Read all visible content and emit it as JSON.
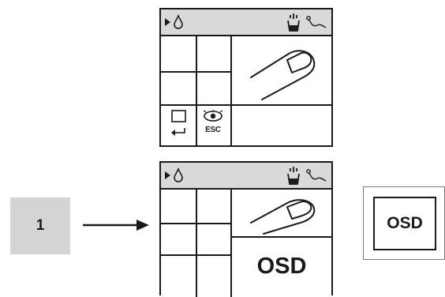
{
  "step_box": {
    "label": "1"
  },
  "screen_bottom": {
    "osd_text": "OSD"
  },
  "osd_display": {
    "label": "OSD"
  },
  "screen_top_footer": {
    "esc_label": "ESC"
  },
  "icons": [
    "play-arrow-icon",
    "water-drop-icon",
    "dispense-cup-icon",
    "curve-icon",
    "finger-press-icon",
    "square-button-icon",
    "enter-arrow-icon",
    "eye-icon",
    "arrow-right-icon"
  ]
}
